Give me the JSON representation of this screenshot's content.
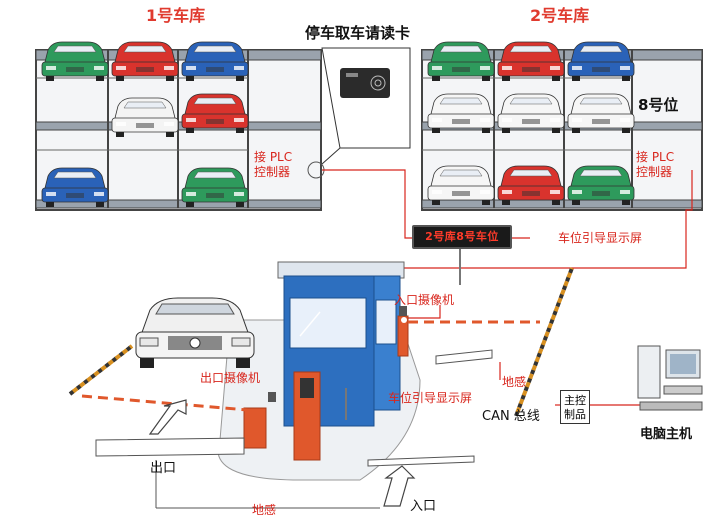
{
  "labels": {
    "garage1_title": "1号车库",
    "garage2_title": "2号车库",
    "card_title": "停车取车请读卡",
    "spot8": "8号位",
    "plc1_line1": "接 PLC",
    "plc1_line2": "控制器",
    "plc2_line1": "接 PLC",
    "plc2_line2": "控制器",
    "guide_screen_top": "车位引导显示屏",
    "led_text": "2号库8号车位",
    "entry_camera": "入口摄像机",
    "exit_camera": "出口摄像机",
    "ground_sensor_right": "地感",
    "guide_screen_mid": "车位引导显示屏",
    "can_bus": "CAN 总线",
    "main_ctrl_line1": "主控",
    "main_ctrl_line2": "制品",
    "computer": "电脑主机",
    "exit_label": "出口",
    "ground_sensor_bottom": "地感",
    "entry_label": "入口"
  },
  "colors": {
    "accent_red": "#d8261d",
    "car_green": "#2e9a5c",
    "car_red": "#d9332d",
    "car_blue": "#2a62b8",
    "booth_blue": "#2d6fbf",
    "barrier_orange": "#e0582c"
  },
  "garage1_cars": [
    [
      "green",
      "red",
      "blue"
    ],
    [
      "empty",
      "white",
      "red"
    ],
    [
      "blue",
      "empty",
      "green"
    ]
  ],
  "garage2_cars": [
    [
      "green",
      "red",
      "blue"
    ],
    [
      "white",
      "white",
      "white"
    ],
    [
      "white",
      "red",
      "green"
    ]
  ]
}
